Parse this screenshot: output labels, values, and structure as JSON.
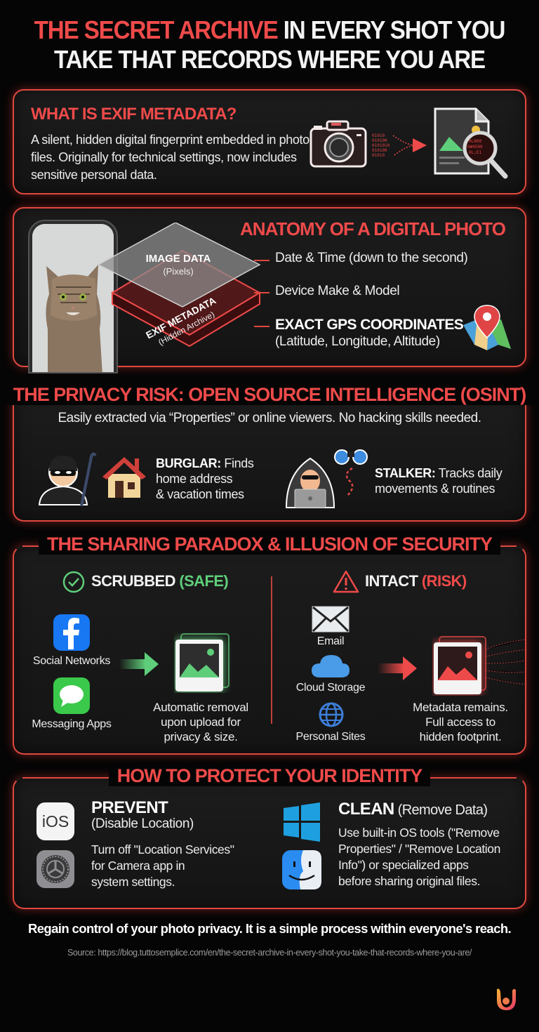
{
  "title": {
    "highlight": "THE SECRET ARCHIVE",
    "rest_line1": " IN EVERY SHOT YOU",
    "line2": "TAKE THAT RECORDS WHERE YOU ARE"
  },
  "colors": {
    "accent_red": "#ef4a4a",
    "safe_green": "#5fce7a",
    "background": "#050505",
    "panel": "#181818"
  },
  "what_is": {
    "heading": "WHAT IS EXIF METADATA?",
    "body": "A silent, hidden digital fingerprint embedded in photo files. Originally for technical settings, now includes sensitive personal data.",
    "icons": [
      "camera-icon",
      "data-stream-arrow-icon",
      "document-magnifier-icon"
    ]
  },
  "anatomy": {
    "heading": "ANATOMY OF A DIGITAL PHOTO",
    "image_layer_title": "IMAGE DATA",
    "image_layer_sub": "(Pixels)",
    "exif_layer_title": "EXIF METADATA",
    "exif_layer_sub": "(Hidden Archive)",
    "items": [
      {
        "label": "Date & Time (down to the second)"
      },
      {
        "label": "Device Make & Model"
      },
      {
        "label": "EXACT GPS COORDINATES",
        "sub": "(Latitude, Longitude, Altitude)"
      }
    ],
    "icons": [
      "phone-cat-photo",
      "map-pin-icon"
    ]
  },
  "privacy_risk": {
    "heading": "THE PRIVACY RISK: OPEN SOURCE INTELLIGENCE (OSINT)",
    "lead": "Easily extracted via “Properties” or online viewers. No hacking skills needed.",
    "threats": [
      {
        "label": "BURGLAR:",
        "text_line1": " Finds",
        "text_line2": "home address",
        "text_line3": "& vacation times"
      },
      {
        "label": "STALKER:",
        "text_line1": " Tracks daily",
        "text_line2": "movements & routines"
      }
    ]
  },
  "sharing": {
    "heading": "THE SHARING PARADOX & ILLUSION OF SECURITY",
    "safe": {
      "title": "SCRUBBED",
      "tag": " (SAFE)",
      "apps": [
        "Social Networks",
        "Messaging Apps"
      ],
      "desc_line1": "Automatic removal",
      "desc_line2": "upon upload for",
      "desc_line3": "privacy & size."
    },
    "risk": {
      "title": "INTACT",
      "tag": " (RISK)",
      "apps": [
        "Email",
        "Cloud Storage",
        "Personal Sites"
      ],
      "desc_line1": "Metadata remains.",
      "desc_line2": "Full access to",
      "desc_line3": "hidden footprint."
    }
  },
  "protect": {
    "heading": "HOW TO PROTECT YOUR IDENTITY",
    "prevent": {
      "title": "PREVENT",
      "sub": "(Disable Location)",
      "body_line1": "Turn off \"Location Services\"",
      "body_line2": "for Camera app in",
      "body_line3": "system settings.",
      "ios_label": "iOS"
    },
    "clean": {
      "title": "CLEAN",
      "sub": " (Remove Data)",
      "body_line1": "Use built-in OS tools (\"Remove",
      "body_line2": "Properties\" / \"Remove Location",
      "body_line3": "Info\") or specialized apps",
      "body_line4": "before sharing original files."
    }
  },
  "footer": {
    "tagline": "Regain control of your photo privacy. It is a simple process within everyone's reach.",
    "source": "Source: https://blog.tuttosemplice.com/en/the-secret-archive-in-every-shot-you-take-that-records-where-you-are/"
  }
}
